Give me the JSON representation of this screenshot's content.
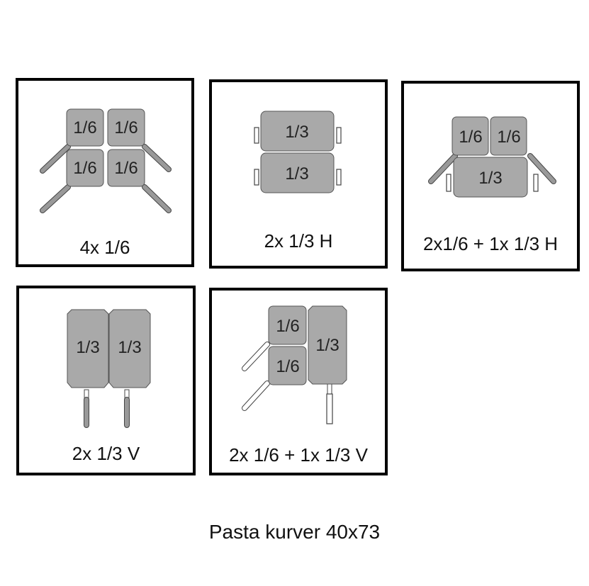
{
  "panels": [
    {
      "id": "4x16",
      "caption": "4x 1/6",
      "labels": [
        "1/6",
        "1/6",
        "1/6",
        "1/6"
      ]
    },
    {
      "id": "2x13h",
      "caption": "2x 1/3 H",
      "labels": [
        "1/3",
        "1/3"
      ]
    },
    {
      "id": "2x16_1x13h",
      "caption": "2x1/6 + 1x 1/3 H",
      "labels": [
        "1/6",
        "1/6",
        "1/3"
      ]
    },
    {
      "id": "2x13v",
      "caption": "2x 1/3 V",
      "labels": [
        "1/3",
        "1/3"
      ]
    },
    {
      "id": "2x16_1x13v",
      "caption": "2x 1/6 + 1x 1/3 V",
      "labels": [
        "1/6",
        "1/6",
        "1/3"
      ]
    }
  ],
  "footer": {
    "title": "Pasta kurver 40x73"
  },
  "colors": {
    "basket_fill": "#a9a9a9",
    "basket_stroke": "#555555",
    "border": "#000000"
  }
}
